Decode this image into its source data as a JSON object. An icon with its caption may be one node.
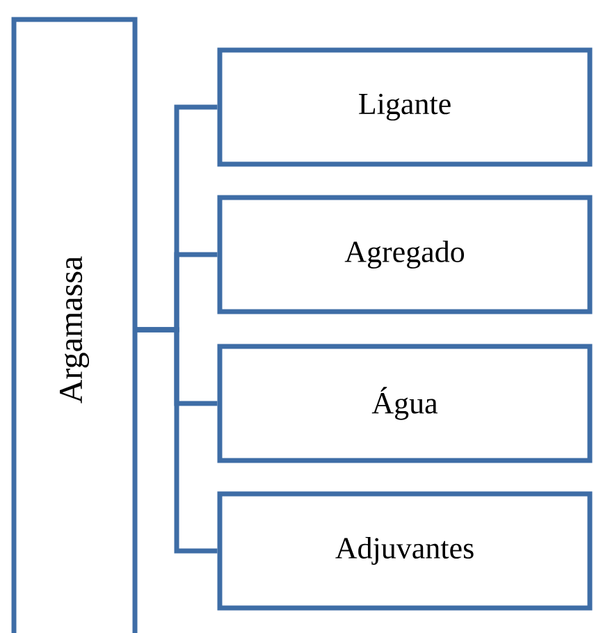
{
  "diagram": {
    "nodes": [
      {
        "text": [
          "Argamassa"
        ]
      },
      {
        "text": [
          "Ligante"
        ]
      },
      {
        "text": [
          "Agregado"
        ]
      },
      {
        "text": [
          "Água"
        ]
      },
      {
        "text": [
          "Adjuvantes"
        ]
      }
    ],
    "edges": [
      {
        "from": 0,
        "to": 1,
        "arrow": "none"
      },
      {
        "from": 0,
        "to": 2,
        "arrow": "none"
      },
      {
        "from": 0,
        "to": 3,
        "arrow": "none"
      },
      {
        "from": 0,
        "to": 4,
        "arrow": "none"
      }
    ]
  }
}
